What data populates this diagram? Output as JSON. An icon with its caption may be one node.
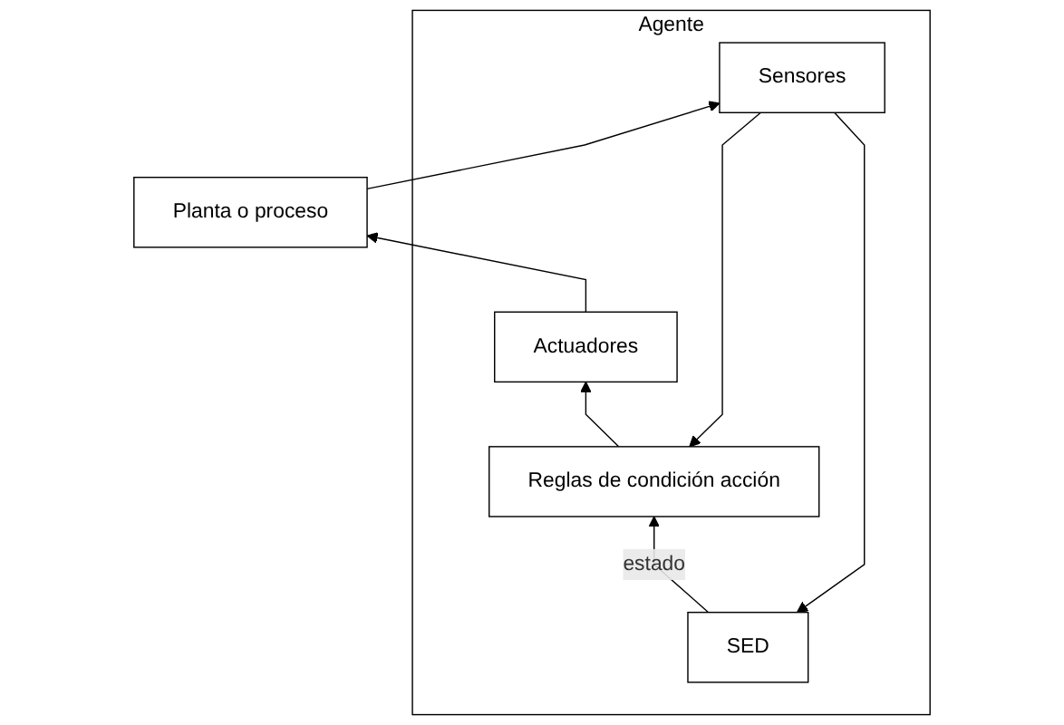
{
  "diagram": {
    "nodes": [
      {
        "text": [
          "Agente"
        ]
      },
      {
        "text": [
          "SED"
        ],
        "in": 0
      },
      {
        "text": [
          "Reglas de condición acción"
        ],
        "in": 0
      },
      {
        "text": [
          "Sensores"
        ],
        "in": 0
      },
      {
        "text": [
          "Actuadores"
        ],
        "in": 0
      },
      {
        "text": [
          "Planta o proceso"
        ]
      }
    ],
    "edges": [
      {
        "from": 5,
        "to": 3,
        "arrow": "to"
      },
      {
        "from": 3,
        "to": 1,
        "arrow": "to"
      },
      {
        "from": 3,
        "to": 2,
        "arrow": "to"
      },
      {
        "from": 1,
        "to": 2,
        "label": "estado",
        "arrow": "to"
      },
      {
        "from": 2,
        "to": 4,
        "arrow": "to"
      },
      {
        "from": 4,
        "to": 5,
        "arrow": "to"
      }
    ]
  }
}
